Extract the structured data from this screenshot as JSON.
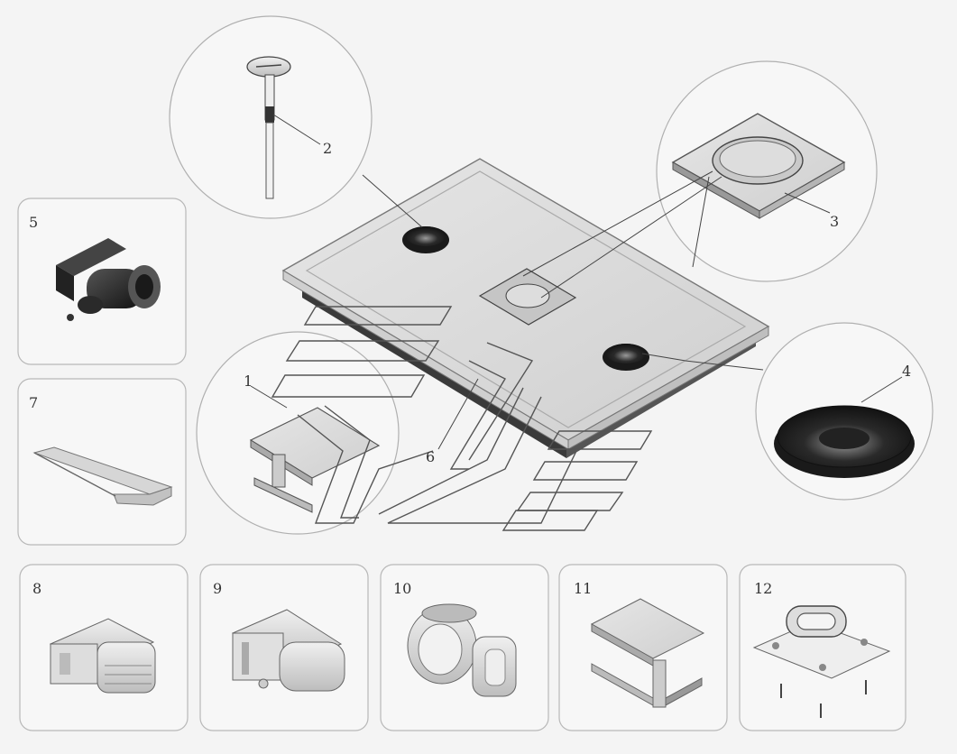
{
  "labels": {
    "n1": "1",
    "n2": "2",
    "n3": "3",
    "n4": "4",
    "n5": "5",
    "n6": "6",
    "n7": "7",
    "n8": "8",
    "n9": "9",
    "n10": "10",
    "n11": "11",
    "n12": "12"
  },
  "colors": {
    "panel_bg": "#f7f7f7",
    "outline": "#b8b8b8",
    "dark_part": "#2a2a2a",
    "light_part": "#d8d8d8"
  }
}
